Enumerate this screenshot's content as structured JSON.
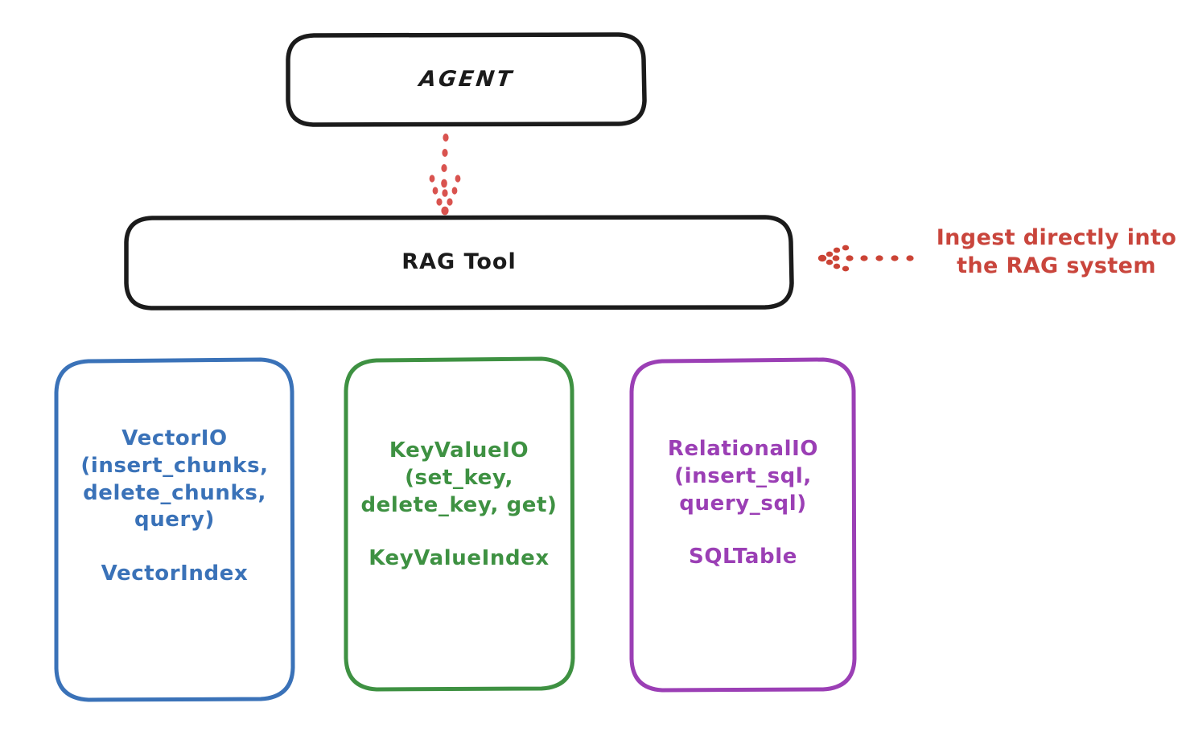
{
  "diagram": {
    "title_present": false,
    "background_color": "#ffffff",
    "nodes": [
      {
        "id": "agent",
        "label": "AGENT",
        "color": "#1b1b1b",
        "shape": "rounded-rect"
      },
      {
        "id": "rag_tool",
        "label": "RAG Tool",
        "color": "#1b1b1b",
        "shape": "rounded-rect"
      },
      {
        "id": "vector_io",
        "io_label": "VectorIO\n(insert_chunks,\ndelete_chunks,\nquery)",
        "index_label": "VectorIndex",
        "color": "#3a72b8",
        "shape": "rounded-rect"
      },
      {
        "id": "key_value_io",
        "io_label": "KeyValueIO\n(set_key,\ndelete_key, get)",
        "index_label": "KeyValueIndex",
        "color": "#3e9142",
        "shape": "rounded-rect"
      },
      {
        "id": "relational_io",
        "io_label": "RelationalIO\n(insert_sql,\nquery_sql)",
        "index_label": "SQLTable",
        "color": "#9b3fb5",
        "shape": "rounded-rect"
      }
    ],
    "annotation": {
      "text": "Ingest directly into\nthe RAG system",
      "color": "#c9453c"
    },
    "connectors": [
      {
        "id": "agent-to-rag",
        "style": "dotted",
        "direction": "down",
        "color": "#d9534f"
      },
      {
        "id": "annotation-to-rag",
        "style": "dotted",
        "direction": "left",
        "color": "#cb4335"
      }
    ]
  }
}
